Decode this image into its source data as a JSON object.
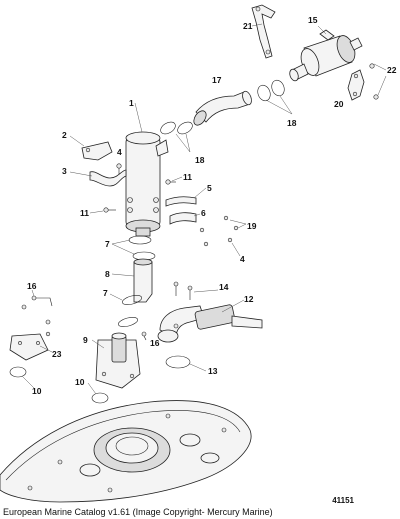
{
  "callouts": [
    {
      "id": "c1",
      "text": "1"
    },
    {
      "id": "c2",
      "text": "2"
    },
    {
      "id": "c3",
      "text": "3"
    },
    {
      "id": "c4a",
      "text": "4"
    },
    {
      "id": "c4b",
      "text": "4"
    },
    {
      "id": "c5",
      "text": "5"
    },
    {
      "id": "c6",
      "text": "6"
    },
    {
      "id": "c7a",
      "text": "7"
    },
    {
      "id": "c7b",
      "text": "7"
    },
    {
      "id": "c8",
      "text": "8"
    },
    {
      "id": "c9",
      "text": "9"
    },
    {
      "id": "c10a",
      "text": "10"
    },
    {
      "id": "c10b",
      "text": "10"
    },
    {
      "id": "c11a",
      "text": "11"
    },
    {
      "id": "c11b",
      "text": "11"
    },
    {
      "id": "c12",
      "text": "12"
    },
    {
      "id": "c13",
      "text": "13"
    },
    {
      "id": "c14",
      "text": "14"
    },
    {
      "id": "c15",
      "text": "15"
    },
    {
      "id": "c16a",
      "text": "16"
    },
    {
      "id": "c16b",
      "text": "16"
    },
    {
      "id": "c17",
      "text": "17"
    },
    {
      "id": "c18a",
      "text": "18"
    },
    {
      "id": "c18b",
      "text": "18"
    },
    {
      "id": "c19",
      "text": "19"
    },
    {
      "id": "c20",
      "text": "20"
    },
    {
      "id": "c21",
      "text": "21"
    },
    {
      "id": "c22",
      "text": "22"
    },
    {
      "id": "c23",
      "text": "23"
    }
  ],
  "drawing_number": "41151",
  "copyright": "European Marine Catalog v1.61 (Image Copyright- Mercury Marine)"
}
